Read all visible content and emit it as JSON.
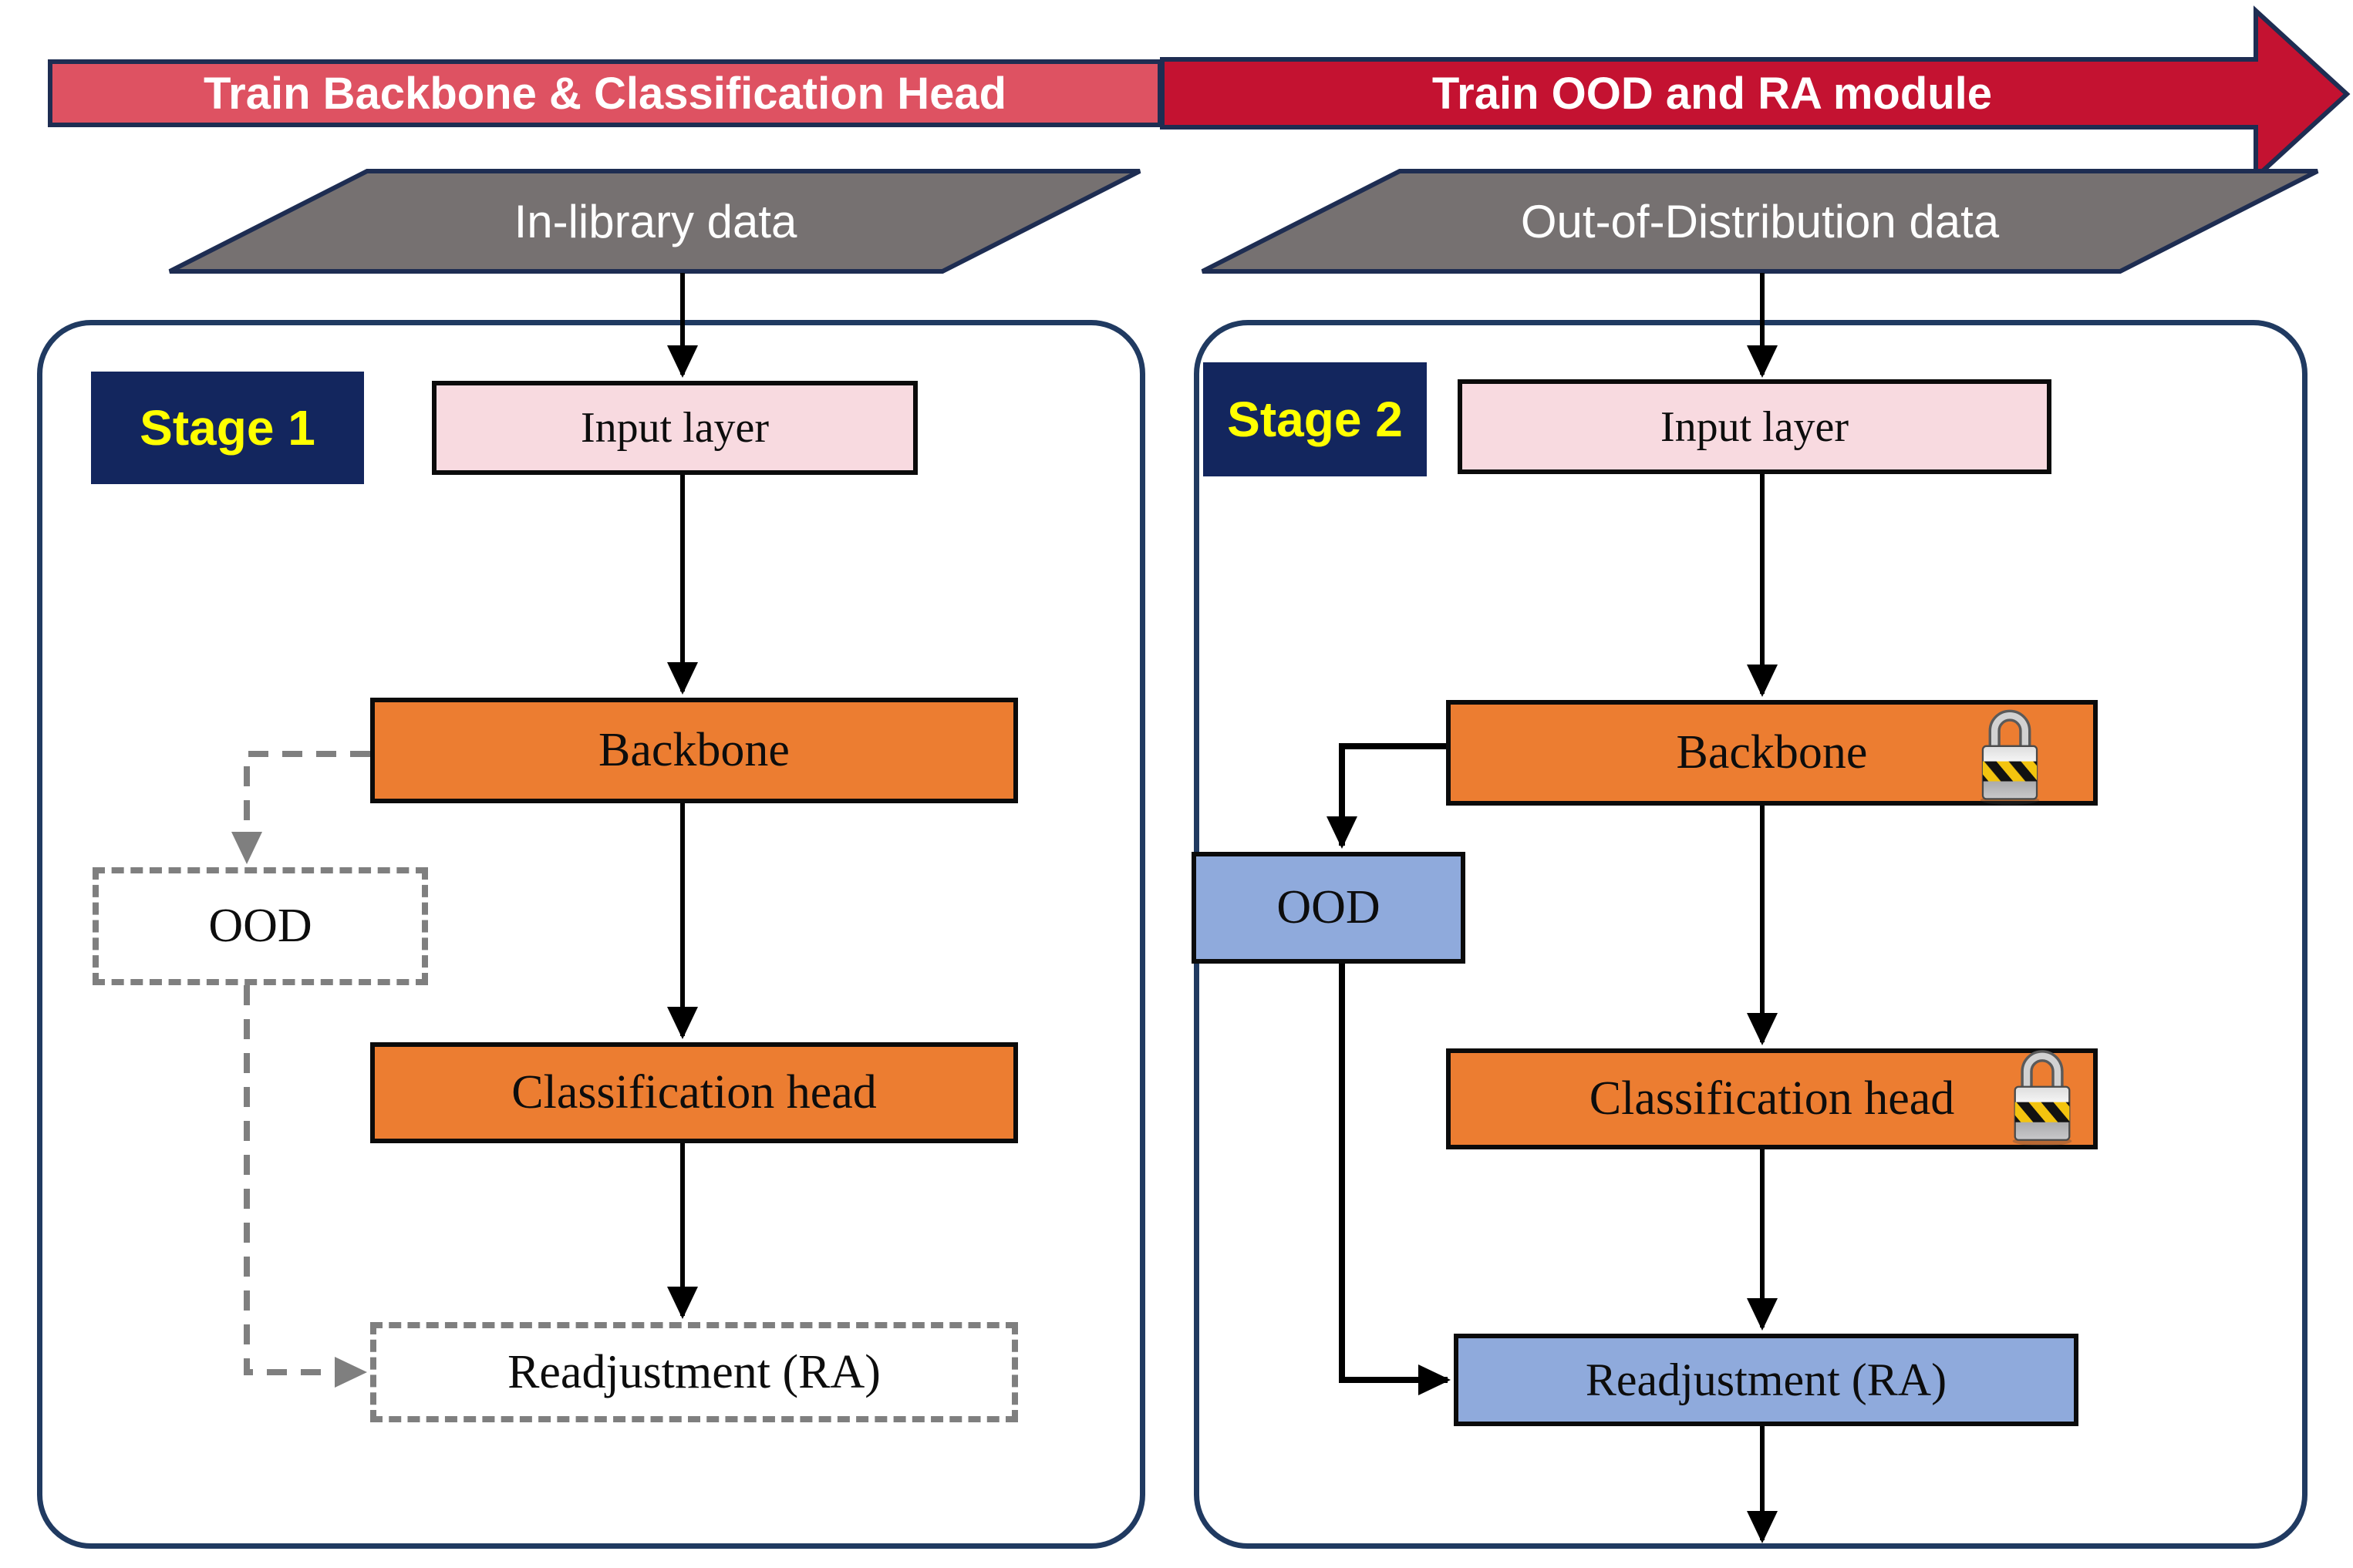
{
  "banners": {
    "stage1": {
      "label": "Train Backbone & Classification Head",
      "bg_color": "#DE5262"
    },
    "stage2": {
      "label": "Train OOD and RA module",
      "bg_color": "#C41231",
      "shape": "right-arrow"
    }
  },
  "data_sources": {
    "stage1": {
      "label": "In-library data"
    },
    "stage2": {
      "label": "Out-of-Distribution data"
    },
    "bg_color": "#767171"
  },
  "stage1": {
    "badge_label": "Stage 1",
    "input_layer_label": "Input layer",
    "backbone_label": "Backbone",
    "ood_label": "OOD",
    "classification_head_label": "Classification head",
    "readjustment_label": "Readjustment (RA)",
    "ood_and_ra_style": "dashed (inactive)"
  },
  "stage2": {
    "badge_label": "Stage 2",
    "input_layer_label": "Input layer",
    "backbone_label": "Backbone",
    "ood_label": "OOD",
    "classification_head_label": "Classification head",
    "readjustment_label": "Readjustment (RA)",
    "backbone_lock_icon": "lock-icon",
    "classification_head_lock_icon": "lock-icon"
  },
  "colors": {
    "navy_border": "#1E2D52",
    "panel_border": "#203A61",
    "badge_navy": "#13265E",
    "badge_text_yellow": "#FFFF00",
    "orange_box": "#EC7D31",
    "pink_box": "#F8DAE0",
    "blue_box": "#8FAADC",
    "gray_parallelogram": "#767171",
    "dashed_gray": "#7F7F7F",
    "arrow_black": "#000000",
    "hazard_yellow": "#F3C40F"
  }
}
